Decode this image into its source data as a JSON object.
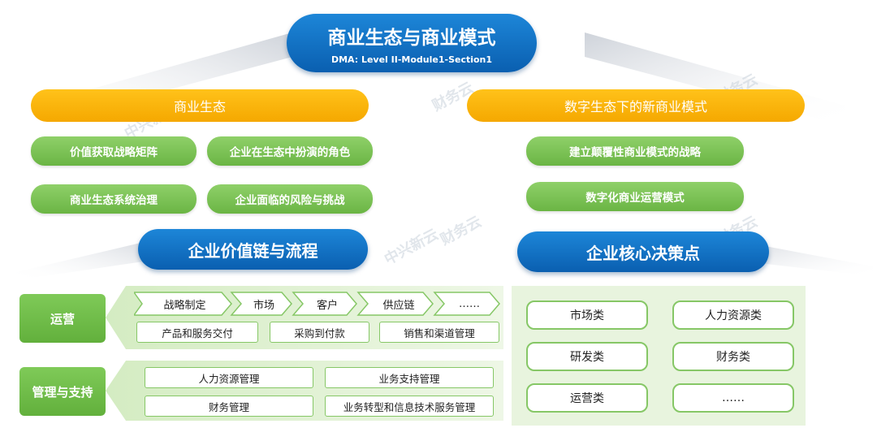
{
  "header": {
    "title": "商业生态与商业模式",
    "subtitle": "DMA: Level II-Module1-Section1"
  },
  "left_section": {
    "heading": "商业生态",
    "items": [
      "价值获取战略矩阵",
      "企业在生态中扮演的角色",
      "商业生态系统治理",
      "企业面临的风险与挑战"
    ]
  },
  "right_section": {
    "heading": "数字生态下的新商业模式",
    "items": [
      "建立颠覆性商业模式的战略",
      "数字化商业运营模式"
    ]
  },
  "value_chain": {
    "title": "企业价值链与流程",
    "operations": {
      "label": "运营",
      "chevrons": [
        "战略制定",
        "市场",
        "客户",
        "供应链",
        "……"
      ],
      "boxes": [
        "产品和服务交付",
        "采购到付款",
        "销售和渠道管理"
      ]
    },
    "management": {
      "label": "管理与支持",
      "boxes": [
        "人力资源管理",
        "业务支持管理",
        "财务管理",
        "业务转型和信息技术服务管理"
      ]
    }
  },
  "decision_points": {
    "title": "企业核心决策点",
    "items": [
      "市场类",
      "人力资源类",
      "研发类",
      "财务类",
      "运营类",
      "……"
    ]
  },
  "watermark": {
    "text": "财务云",
    "text2": "中兴新云"
  },
  "colors": {
    "blue": "#0a6ac2",
    "yellow": "#f7b100",
    "green": "#74bd4a",
    "light_green_bg": "#e8f4de"
  }
}
